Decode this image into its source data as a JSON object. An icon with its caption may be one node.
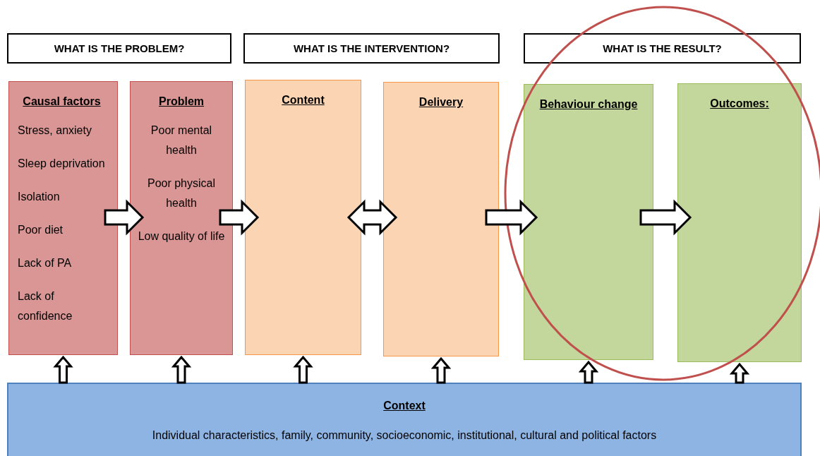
{
  "diagram": {
    "nodes": [
      {
        "text": [
          "WHAT IS THE PROBLEM?"
        ]
      },
      {
        "text": [
          "WHAT IS THE INTERVENTION?"
        ]
      },
      {
        "text": [
          "WHAT IS THE RESULT?"
        ]
      },
      {
        "text": [
          "Causal factors",
          "Stress, anxiety",
          "Sleep deprivation",
          "Isolation",
          "Poor diet",
          "Lack of PA",
          "Lack of confidence"
        ]
      },
      {
        "text": [
          "Problem",
          "Poor mental health",
          "Poor physical health",
          "Low quality of life"
        ]
      },
      {
        "text": [
          "Content"
        ]
      },
      {
        "text": [
          "Delivery"
        ]
      },
      {
        "text": [
          "Behaviour change"
        ]
      },
      {
        "text": [
          "Outcomes:"
        ]
      },
      {
        "text": [
          "Context",
          "Individual characteristics, family, community, socioeconomic, institutional, cultural and political factors"
        ]
      }
    ],
    "edges": [
      {
        "from": 3,
        "to": 4,
        "arrow": "to"
      },
      {
        "from": 4,
        "to": 5,
        "arrow": "to"
      },
      {
        "from": 5,
        "to": 6,
        "arrow": "both"
      },
      {
        "from": 6,
        "to": 7,
        "arrow": "to"
      },
      {
        "from": 7,
        "to": 8,
        "arrow": "to"
      },
      {
        "from": 9,
        "to": 3,
        "arrow": "to"
      },
      {
        "from": 9,
        "to": 4,
        "arrow": "to"
      },
      {
        "from": 9,
        "to": 5,
        "arrow": "to"
      },
      {
        "from": 9,
        "to": 6,
        "arrow": "to"
      },
      {
        "from": 9,
        "to": 7,
        "arrow": "to"
      },
      {
        "from": 9,
        "to": 8,
        "arrow": "to"
      }
    ]
  }
}
